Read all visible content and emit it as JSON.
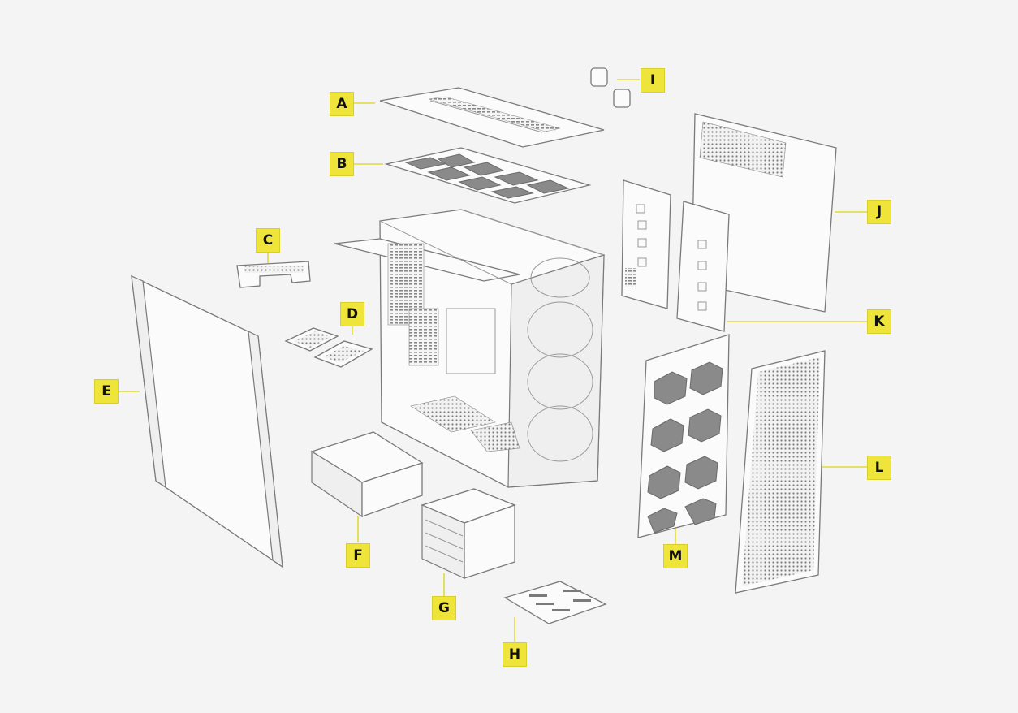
{
  "labels": {
    "A": "A",
    "B": "B",
    "C": "C",
    "D": "D",
    "E": "E",
    "F": "F",
    "G": "G",
    "H": "H",
    "I": "I",
    "J": "J",
    "K": "K",
    "L": "L",
    "M": "M"
  },
  "colors": {
    "background": "#f4f4f4",
    "callout": "#efe53a",
    "leader": "#e2d93a",
    "outline": "#7a7a7a"
  }
}
